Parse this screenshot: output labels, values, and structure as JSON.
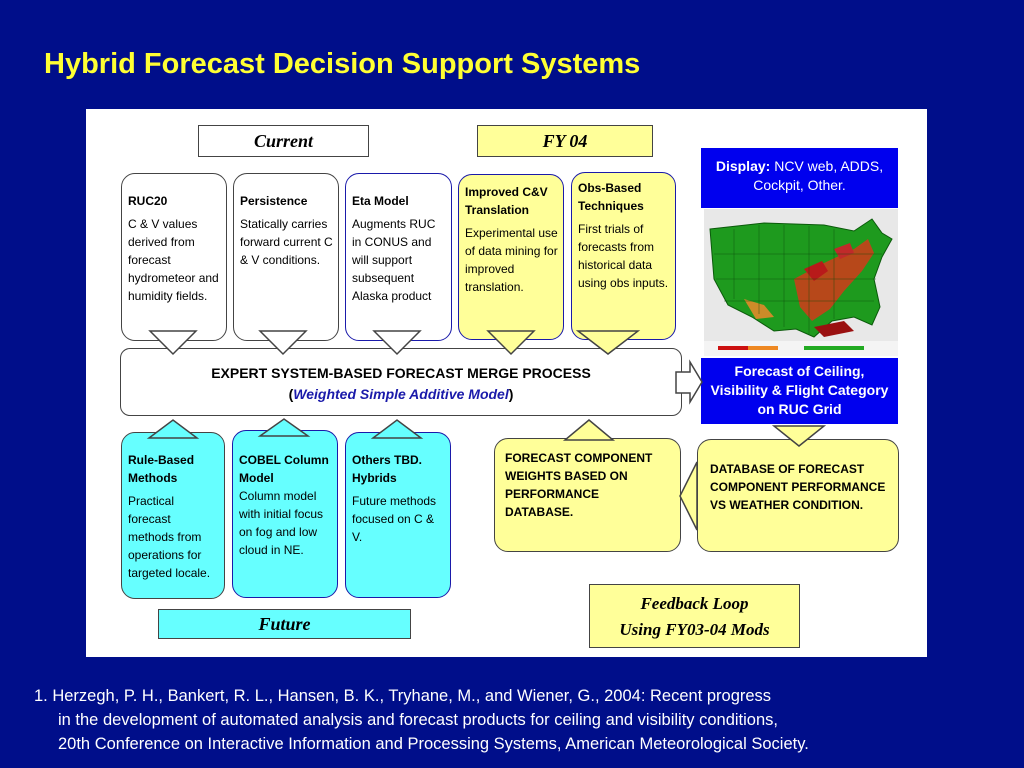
{
  "title": "Hybrid Forecast Decision Support Systems",
  "labels": {
    "current": "Current",
    "fy04": "FY 04",
    "future": "Future",
    "feedback_line1": "Feedback Loop",
    "feedback_line2": "Using FY03-04 Mods"
  },
  "top_boxes": [
    {
      "heading": "RUC20",
      "body": "C & V values derived from forecast hydrometeor and humidity fields."
    },
    {
      "heading": "Persistence",
      "body": "Statically carries forward current C & V conditions."
    },
    {
      "heading": "Eta Model",
      "body": "Augments RUC in CONUS and will support subsequent Alaska product"
    },
    {
      "heading": "Improved C&V Translation",
      "body": "Experimental use of data mining for improved translation."
    },
    {
      "heading": "Obs-Based Techniques",
      "body": "First trials of forecasts from historical data using obs inputs."
    }
  ],
  "merge": {
    "line1": "EXPERT SYSTEM-BASED FORECAST MERGE PROCESS",
    "open_paren": "(",
    "line2": "Weighted Simple Additive Model",
    "close_paren": ")"
  },
  "bottom_boxes": [
    {
      "heading": "Rule-Based Methods",
      "body": "Practical forecast methods from operations for targeted locale."
    },
    {
      "heading": "COBEL Column Model",
      "body": "Column model with initial focus on fog and low cloud in NE."
    },
    {
      "heading": "Others TBD. Hybrids",
      "body": "Future methods focused on C & V."
    }
  ],
  "display": {
    "label": "Display:",
    "text": "NCV web, ADDS, Cockpit, Other."
  },
  "forecast_output": "Forecast of Ceiling, Visibility & Flight Category on RUC Grid",
  "weights_box": "FORECAST COMPONENT WEIGHTS BASED ON PERFORMANCE DATABASE.",
  "database_box": "DATABASE OF FORECAST COMPONENT PERFORMANCE VS WEATHER CONDITION.",
  "citation": {
    "line1": "1. Herzegh, P. H., Bankert, R. L., Hansen, B. K., Tryhane, M., and Wiener, G., 2004: Recent progress",
    "line2": "in the development of automated analysis and forecast products for ceiling and visibility conditions,",
    "line3": "20th Conference on Interactive Information and Processing Systems, American Meteorological Society."
  },
  "colors": {
    "background": "#000e8a",
    "title": "#ffff33",
    "cyan": "#66ffff",
    "yellow": "#ffff99",
    "blue_panel": "#0000ee"
  },
  "icons": [
    "us-weather-map-image",
    "arrow-connector"
  ]
}
